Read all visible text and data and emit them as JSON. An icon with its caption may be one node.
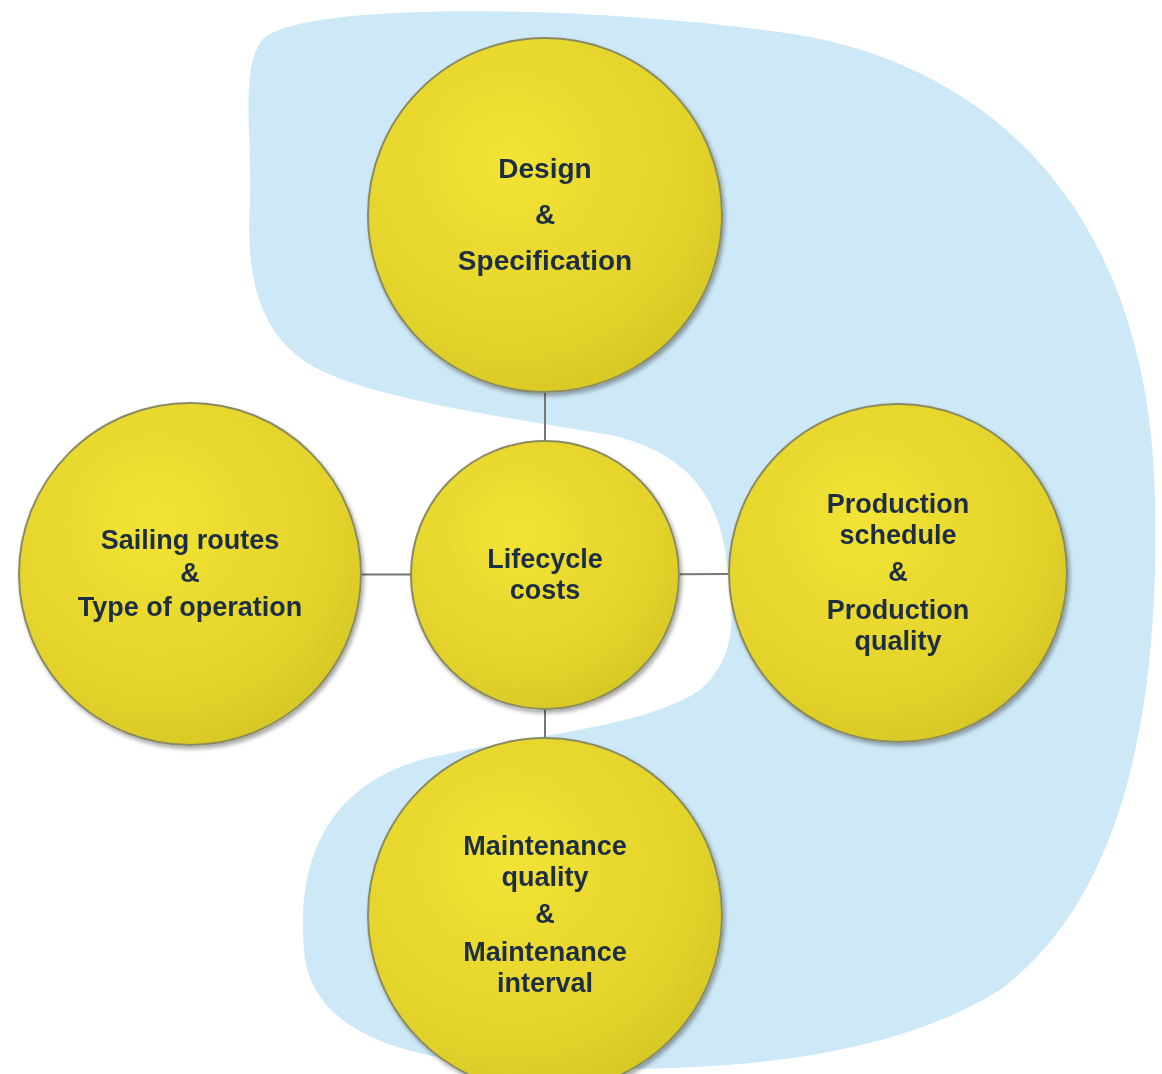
{
  "diagram": {
    "nodes": [
      {
        "text": [
          "Design",
          "&",
          "Specification"
        ]
      },
      {
        "text": [
          "Sailing routes",
          "&",
          "Type of operation"
        ]
      },
      {
        "text": [
          "Lifecycle costs"
        ]
      },
      {
        "text": [
          "Production schedule",
          "&",
          "Production quality"
        ]
      },
      {
        "text": [
          "Maintenance quality",
          "&",
          "Maintenance interval"
        ]
      }
    ],
    "edges": [
      {
        "from": 2,
        "to": 0,
        "arrow": "none"
      },
      {
        "from": 2,
        "to": 1,
        "arrow": "none"
      },
      {
        "from": 2,
        "to": 3,
        "arrow": "none"
      },
      {
        "from": 2,
        "to": 4,
        "arrow": "none"
      }
    ]
  }
}
